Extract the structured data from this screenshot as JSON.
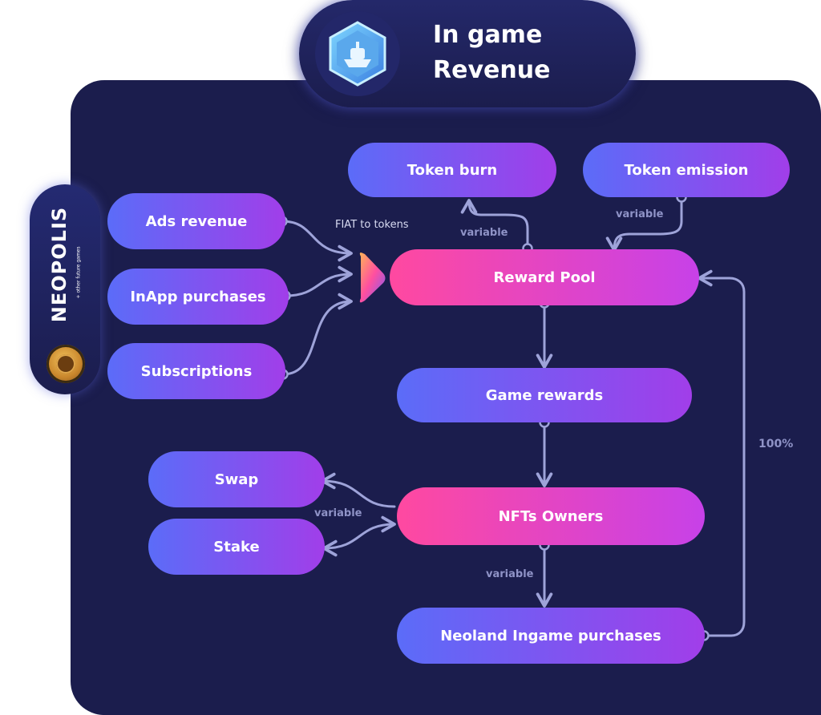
{
  "header": {
    "title_line1": "In game",
    "title_line2": "Revenue"
  },
  "sidebar": {
    "brand": "NEOPOLIS",
    "subtitle": "+ other future games"
  },
  "nodes": {
    "ads_revenue": "Ads revenue",
    "inapp_purchases": "InApp purchases",
    "subscriptions": "Subscriptions",
    "token_burn": "Token burn",
    "token_emission": "Token emission",
    "reward_pool": "Reward Pool",
    "game_rewards": "Game rewards",
    "swap": "Swap",
    "stake": "Stake",
    "nfts_owners": "NFTs Owners",
    "neoland_purchases": "Neoland Ingame purchases"
  },
  "labels": {
    "fiat_to_tokens": "FIAT to tokens",
    "variable_burn": "variable",
    "variable_emission": "variable",
    "variable_swap_stake": "variable",
    "variable_nfts": "variable",
    "percent_100": "100%"
  },
  "colors": {
    "panel_bg": "#1b1d4d",
    "node_blue_start": "#5b6cf8",
    "node_purple_end": "#a13ee9",
    "node_pink_start": "#ff49a0",
    "connector": "#9ea3d9"
  },
  "icons": {
    "header": "hexagon-ship-icon",
    "converter": "triangle-converter-icon",
    "coin": "coin-icon"
  }
}
